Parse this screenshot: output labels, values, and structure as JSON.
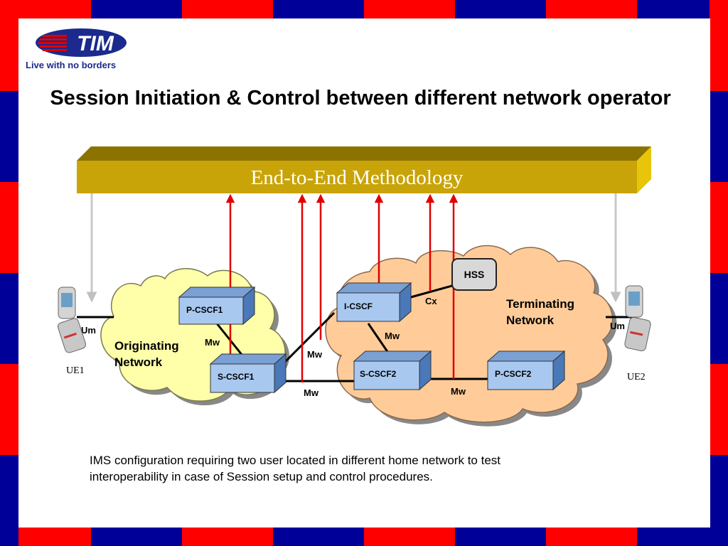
{
  "slide": {
    "brand": "TIM",
    "tagline": "Live with no borders",
    "title": "Session Initiation & Control between different network operator",
    "description": "IMS configuration requiring two user located in different home network to test interoperability in case of Session setup and control procedures."
  },
  "diagram": {
    "banner": "End-to-End Methodology",
    "clouds": {
      "originating": [
        "Originating",
        "Network"
      ],
      "terminating": [
        "Terminating",
        "Network"
      ]
    },
    "nodes": {
      "p_cscf1": "P-CSCF1",
      "s_cscf1": "S-CSCF1",
      "i_cscf": "I-CSCF",
      "s_cscf2": "S-CSCF2",
      "p_cscf2": "P-CSCF2",
      "hss": "HSS"
    },
    "interfaces": {
      "um_left": "Um",
      "um_right": "Um",
      "mw_orig": "Mw",
      "mw_s1_icscf": "Mw",
      "mw_bottom_left": "Mw",
      "mw_icscf_s2": "Mw",
      "mw_bottom_right": "Mw",
      "cx": "Cx"
    },
    "ue": {
      "left": "UE1",
      "right": "UE2"
    }
  },
  "colors": {
    "border_red": "#ff0000",
    "border_blue": "#000099",
    "banner_gold": "#c8a408",
    "originating_cloud": "#ffffaa",
    "terminating_cloud": "#ffcc99",
    "node_blue": "#a8c8f0",
    "arrow_red": "#e00000",
    "arrow_grey": "#c8c8c8"
  }
}
